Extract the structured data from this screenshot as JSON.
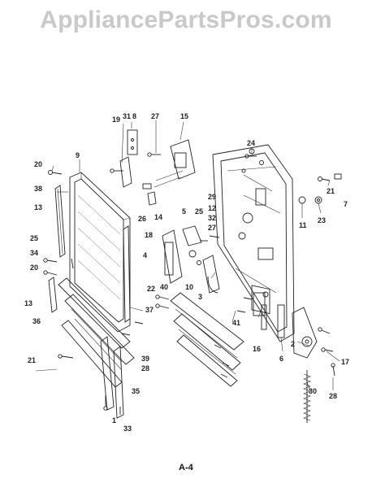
{
  "watermark": "AppliancePartsPros.com",
  "page_label": "A-4",
  "callouts": [
    "19",
    "31",
    "8",
    "27",
    "15",
    "24",
    "9",
    "20",
    "38",
    "13",
    "26",
    "14",
    "5",
    "25",
    "29",
    "12",
    "32",
    "27",
    "21",
    "7",
    "11",
    "23",
    "18",
    "4",
    "10",
    "3",
    "22",
    "40",
    "25",
    "34",
    "20",
    "13",
    "36",
    "21",
    "37",
    "39",
    "28",
    "41",
    "16",
    "6",
    "2",
    "17",
    "30",
    "28",
    "35",
    "1",
    "33"
  ]
}
